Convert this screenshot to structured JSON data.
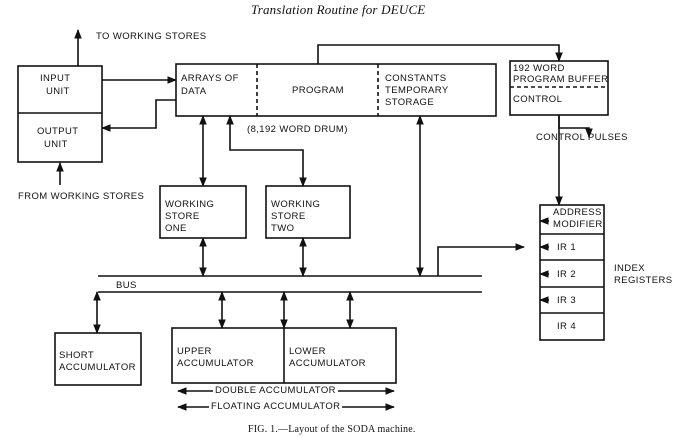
{
  "title": "Translation Routine for DEUCE",
  "caption": "FIG. 1.—Layout of the SODA machine.",
  "labels": {
    "to_working_stores": "TO WORKING STORES",
    "from_working_stores": "FROM WORKING STORES",
    "input_unit_1": "INPUT",
    "input_unit_2": "UNIT",
    "output_unit_1": "OUTPUT",
    "output_unit_2": "UNIT",
    "arrays_1": "ARRAYS OF",
    "arrays_2": "DATA",
    "program": "PROGRAM",
    "constants_1": "CONSTANTS",
    "constants_2": "TEMPORARY",
    "constants_3": "STORAGE",
    "drum": "(8,192 WORD DRUM)",
    "buffer_1": "192 WORD",
    "buffer_2": "PROGRAM BUFFER",
    "control": "CONTROL",
    "control_pulses": "CONTROL PULSES",
    "ws1_1": "WORKING",
    "ws1_2": "STORE",
    "ws1_3": "ONE",
    "ws2_1": "WORKING",
    "ws2_2": "STORE",
    "ws2_3": "TWO",
    "address_1": "ADDRESS",
    "address_2": "MODIFIER",
    "ir1": "IR 1",
    "ir2": "IR 2",
    "ir3": "IR 3",
    "ir4": "IR 4",
    "index_1": "INDEX",
    "index_2": "REGISTERS",
    "bus": "BUS",
    "short_acc_1": "SHORT",
    "short_acc_2": "ACCUMULATOR",
    "upper_acc_1": "UPPER",
    "upper_acc_2": "ACCUMULATOR",
    "lower_acc_1": "LOWER",
    "lower_acc_2": "ACCUMULATOR",
    "double_acc": "DOUBLE ACCUMULATOR",
    "floating_acc": "FLOATING ACCUMULATOR"
  }
}
